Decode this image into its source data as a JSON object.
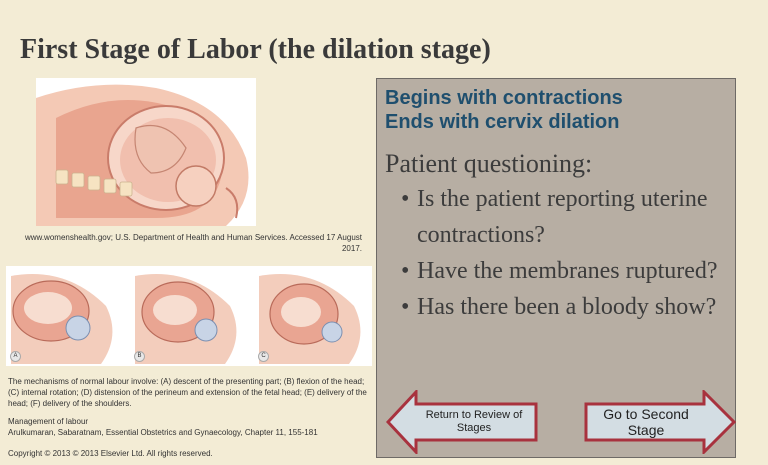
{
  "slide": {
    "title": "First Stage of Labor (the dilation stage)",
    "top_figure_caption": "www.womenshealth.gov; U.S. Department of Health and Human Services. Accessed 17 August 2017.",
    "figure_panels": [
      "A",
      "B",
      "C"
    ],
    "mechanism_caption": "The mechanisms of normal labour involve: (A) descent of the presenting part; (B) flexion of the head; (C) internal rotation; (D) distension of the perineum and extension of the fetal head; (E) delivery of the head; (F) delivery of the shoulders.",
    "reference_title": "Management of labour",
    "reference": "Arulkumaran, Sabaratnam, Essential Obstetrics and Gynaecology, Chapter 11, 155-181",
    "copyright": "Copyright © 2013 © 2013 Elsevier Ltd. All rights reserved."
  },
  "content": {
    "headline_1": "Begins with contractions",
    "headline_2": "Ends with cervix dilation",
    "questioning_heading": "Patient questioning:",
    "bullets": [
      "Is the patient reporting uterine contractions?",
      "Have the membranes ruptured?",
      "Has there been a bloody show?"
    ]
  },
  "navigation": {
    "back_label": "Return to Review of Stages",
    "next_label": "Go to Second Stage"
  },
  "colors": {
    "background": "#f3ecd5",
    "content_box": "#b7aea3",
    "headline": "#1f4f6e",
    "arrow_fill": "#d3dde3",
    "arrow_stroke": "#a8323e"
  }
}
